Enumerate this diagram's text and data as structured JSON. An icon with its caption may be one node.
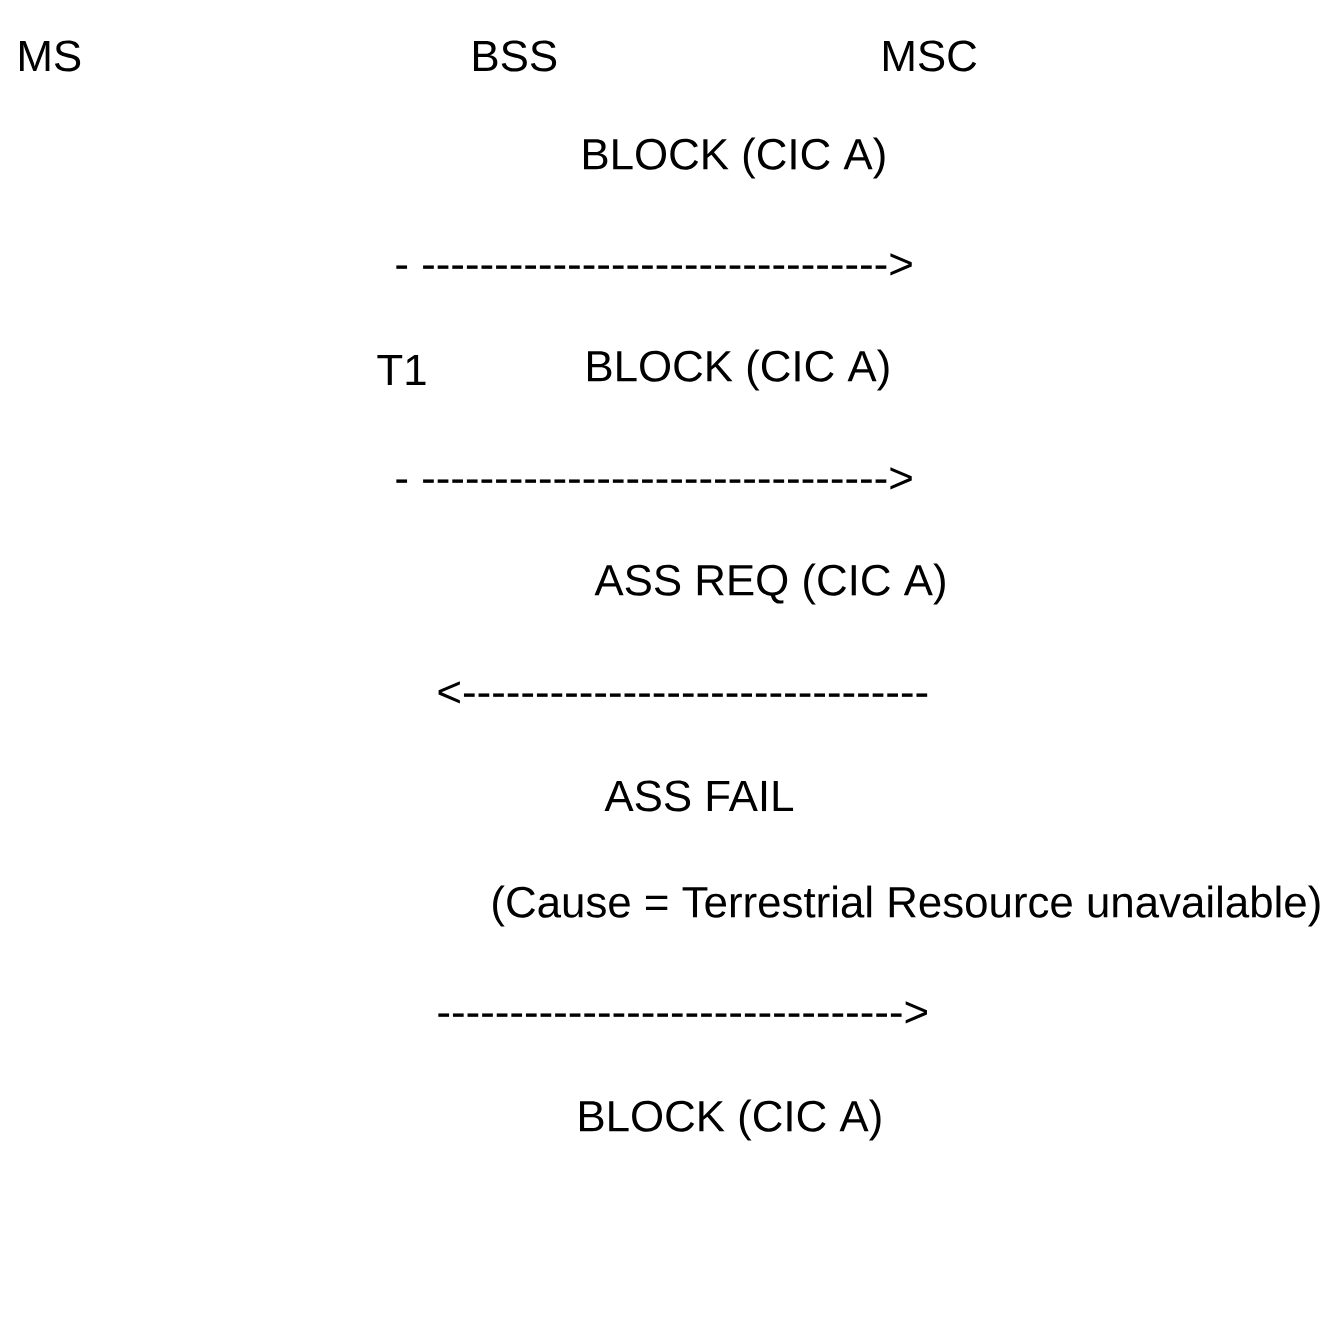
{
  "diagram": {
    "labels": [
      "MS",
      "BSS",
      "MSC",
      "BLOCK (CIC A)",
      "-   -------------------------------->",
      "T1",
      "BLOCK (CIC A)",
      "-   -------------------------------->",
      "ASS REQ (CIC A)",
      "<--------------------------------",
      "ASS FAIL",
      "(Cause = Terrestrial Resource unavailable)",
      "-------------------------------->",
      "BLOCK (CIC A)"
    ]
  }
}
